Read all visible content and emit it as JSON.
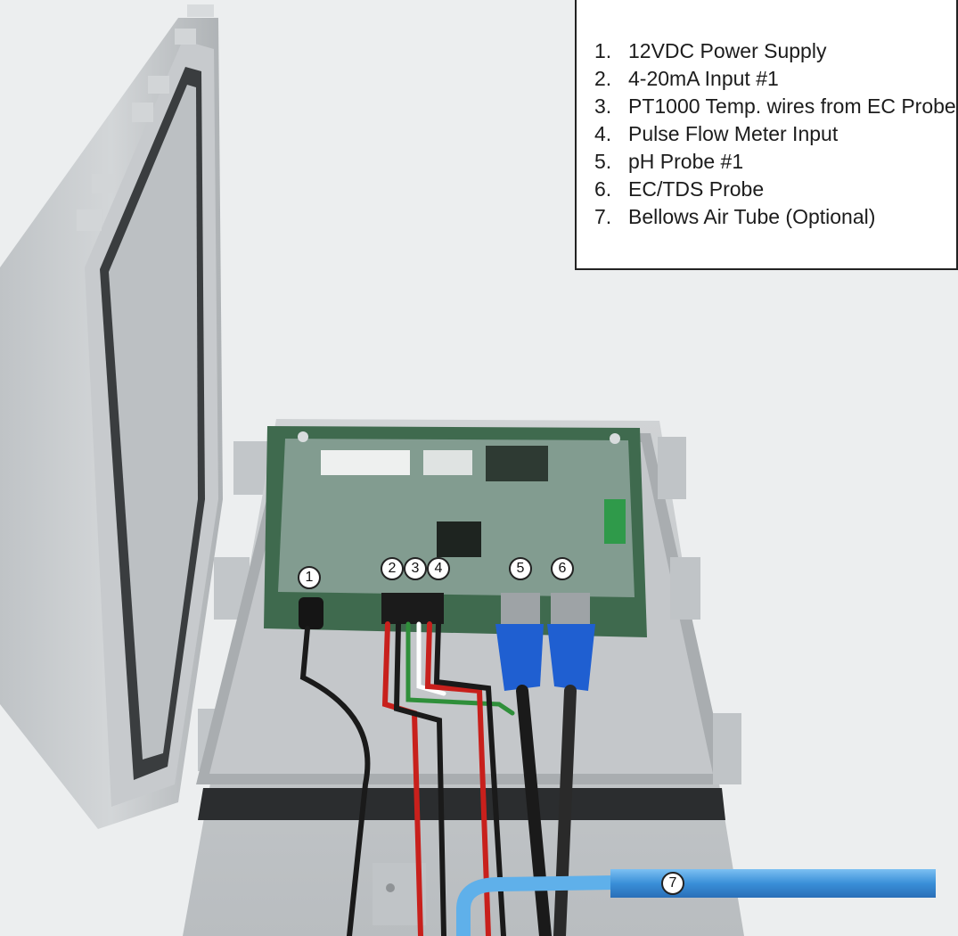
{
  "legend": {
    "items": [
      {
        "number": "1.",
        "label": "12VDC Power Supply"
      },
      {
        "number": "2.",
        "label": "4-20mA Input #1"
      },
      {
        "number": "3.",
        "label": "PT1000 Temp. wires from EC Probe"
      },
      {
        "number": "4.",
        "label": "Pulse Flow Meter Input"
      },
      {
        "number": "5.",
        "label": "pH Probe #1"
      },
      {
        "number": "6.",
        "label": "EC/TDS Probe"
      },
      {
        "number": "7.",
        "label": "Bellows Air Tube (Optional)"
      }
    ]
  },
  "callouts": {
    "c1": "1",
    "c2": "2",
    "c3": "3",
    "c4": "4",
    "c5": "5",
    "c6": "6",
    "c7": "7"
  },
  "colors": {
    "enclosure": "#c9ccce",
    "pcb": "#3f6a4e",
    "wire_red": "#c8201c",
    "wire_black": "#1a1a1a",
    "wire_green": "#2f8f3a",
    "bnc_blue": "#1f5fd1",
    "air_tube": "#4a9ee0"
  }
}
